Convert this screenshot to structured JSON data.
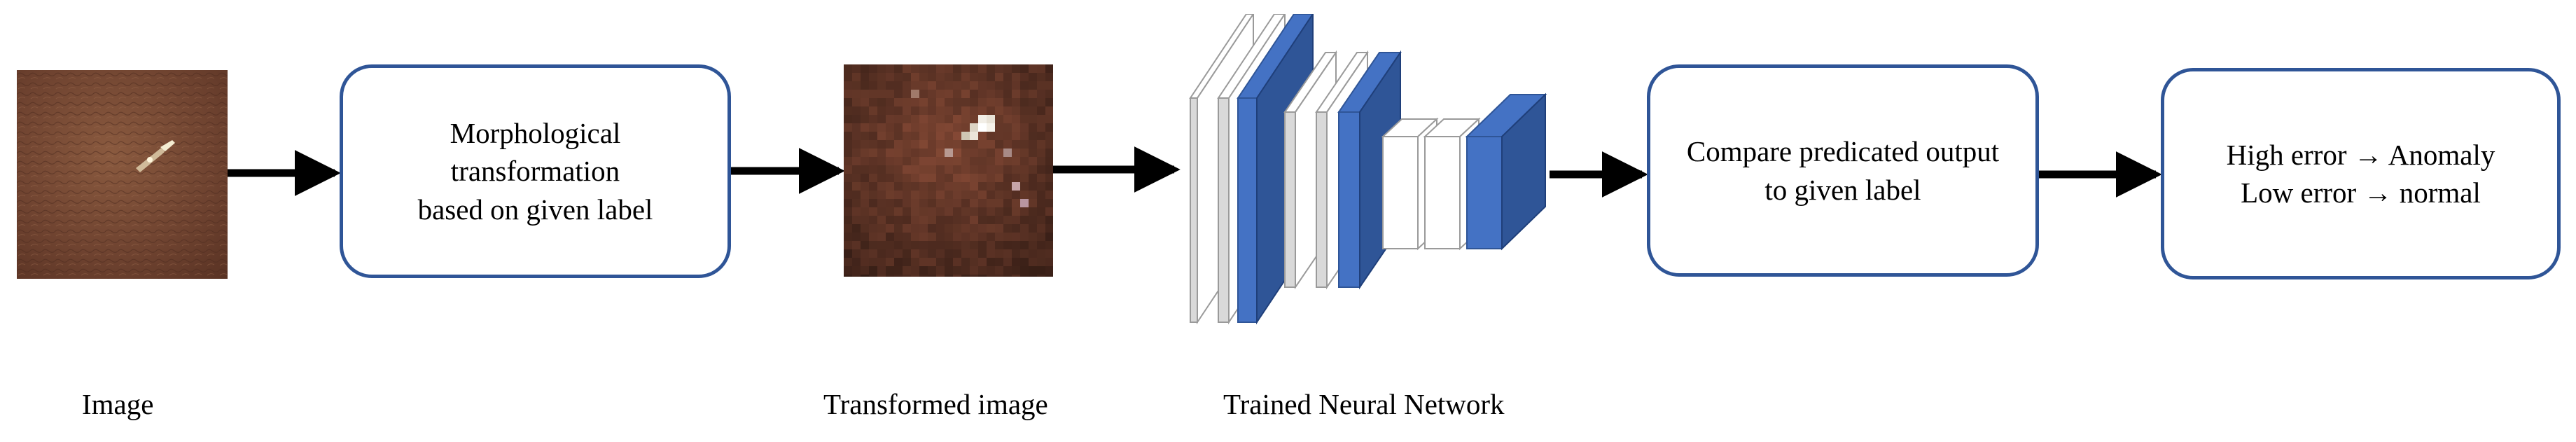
{
  "boxes": {
    "morphological": "Morphological\ntransformation\nbased on given label",
    "compare": "Compare predicated output\nto given label",
    "decision": "High error → Anomaly\nLow error → normal"
  },
  "captions": {
    "image": "Image",
    "transformed": "Transformed image",
    "network": "Trained Neural Network"
  },
  "colors": {
    "box_border": "#2f5597",
    "arrow": "#000000",
    "layer_blue": "#4472c4",
    "layer_dark_blue": "#2f5597",
    "layer_gray": "#d9d9d9",
    "leather": "#7a4a32"
  }
}
